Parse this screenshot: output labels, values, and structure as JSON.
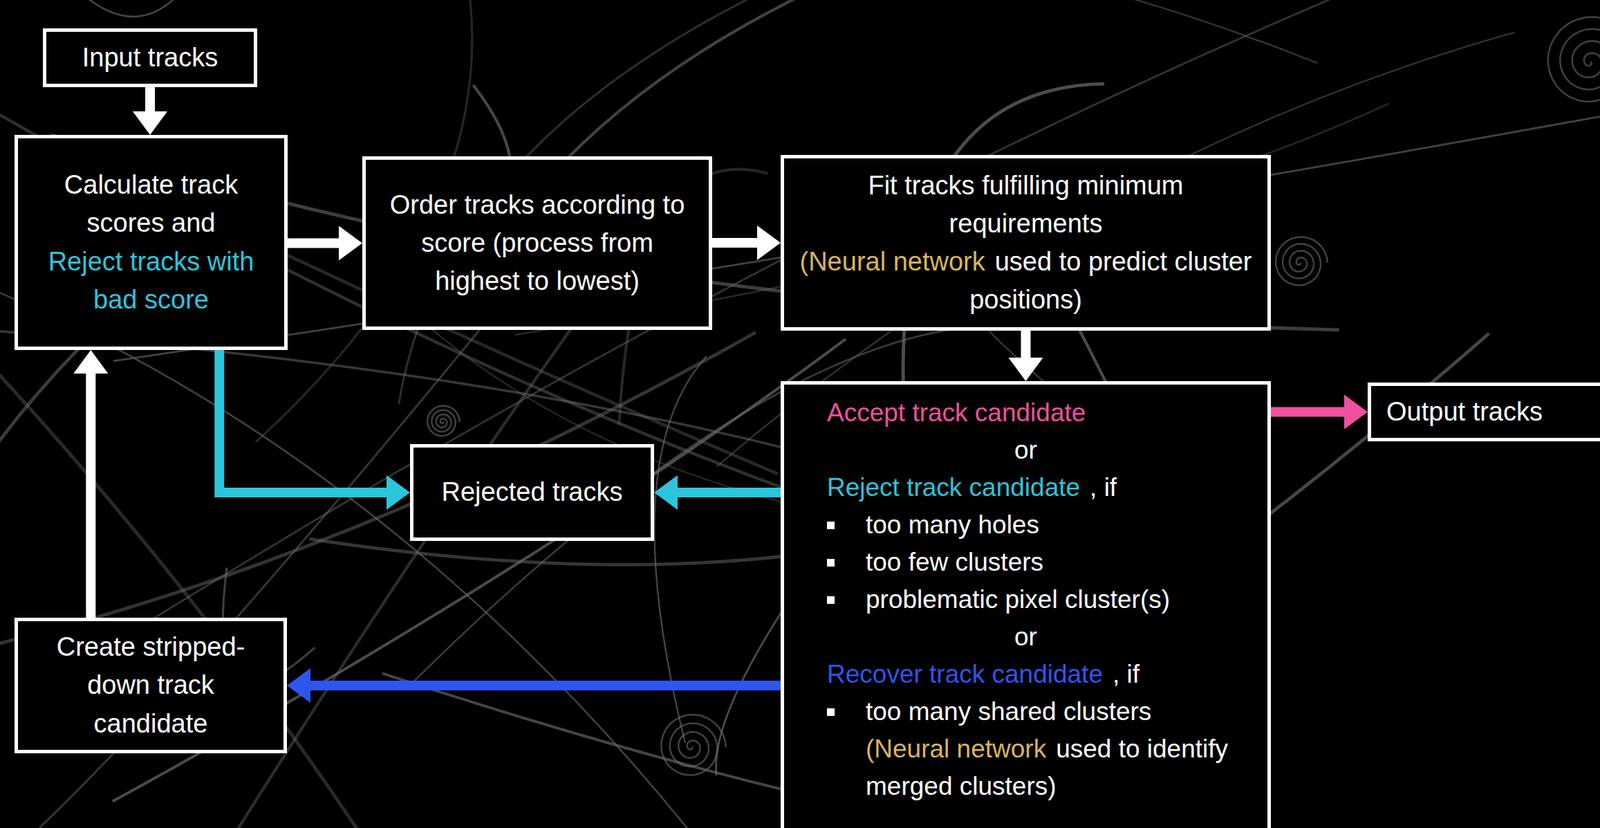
{
  "diagram": {
    "nodes": [
      {
        "text": [
          "Input tracks"
        ]
      },
      {
        "text": [
          "Calculate track scores and",
          "Reject tracks with bad score"
        ]
      },
      {
        "text": [
          "Order tracks according to score (process from highest to lowest)"
        ]
      },
      {
        "text": [
          "Fit tracks fulfilling minimum requirements",
          "(Neural network",
          "used to predict cluster positions)"
        ]
      },
      {
        "text": [
          "Accept track candidate",
          "or",
          "Reject track candidate",
          ", if",
          "too many holes",
          "too few clusters",
          "problematic pixel cluster(s)",
          "or",
          "Recover track candidate",
          ", if",
          "too many shared clusters",
          "(Neural network",
          "used to identify merged clusters)"
        ]
      },
      {
        "text": [
          "Output tracks"
        ]
      },
      {
        "text": [
          "Rejected tracks"
        ]
      },
      {
        "text": [
          "Create stripped-down track candidate"
        ]
      }
    ],
    "edges": [
      {
        "from": 0,
        "to": 1,
        "arrow": "to"
      },
      {
        "from": 1,
        "to": 2,
        "arrow": "to"
      },
      {
        "from": 2,
        "to": 3,
        "arrow": "to"
      },
      {
        "from": 3,
        "to": 4,
        "arrow": "to"
      },
      {
        "from": 4,
        "to": 5,
        "arrow": "to"
      },
      {
        "from": 1,
        "to": 6,
        "arrow": "to"
      },
      {
        "from": 4,
        "to": 6,
        "arrow": "to"
      },
      {
        "from": 4,
        "to": 7,
        "arrow": "to"
      },
      {
        "from": 7,
        "to": 1,
        "arrow": "to"
      }
    ]
  }
}
